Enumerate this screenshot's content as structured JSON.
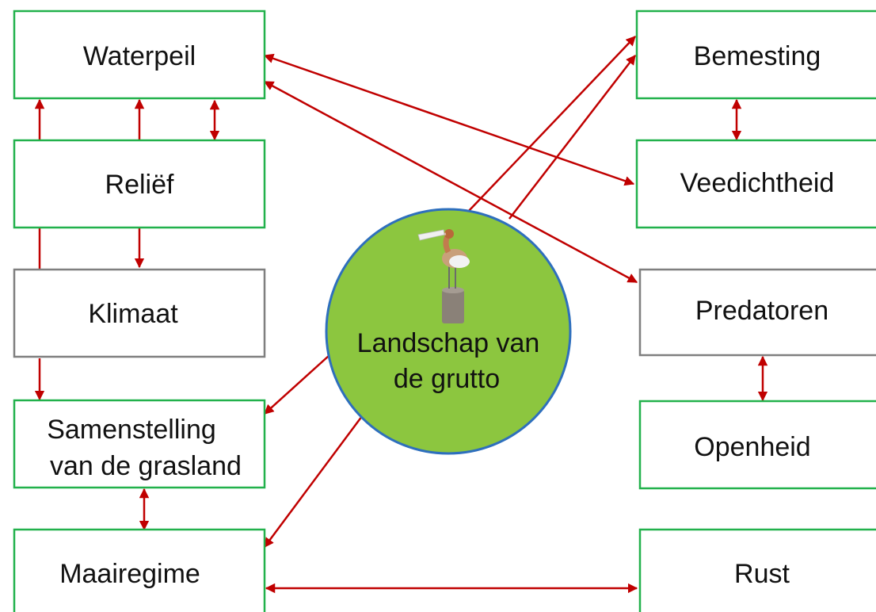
{
  "colors": {
    "box_border_green": "#22b14c",
    "box_border_gray": "#7f7f7f",
    "arrow_red": "#c00000",
    "circle_fill": "#8cc63f",
    "circle_border": "#2e6fbd"
  },
  "center": {
    "line1": "Landschap van",
    "line2": "de grutto",
    "icon": "grutto-bird-icon"
  },
  "boxes": {
    "waterpeil": "Waterpeil",
    "reliëf": "Reliëf",
    "klimaat": "Klimaat",
    "samenstelling_1": "Samenstelling",
    "samenstelling_2": "van de grasland",
    "maairegime": "Maairegime",
    "bemesting": "Bemesting",
    "veedichtheid": "Veedichtheid",
    "predatoren": "Predatoren",
    "openheid": "Openheid",
    "rust": "Rust"
  }
}
